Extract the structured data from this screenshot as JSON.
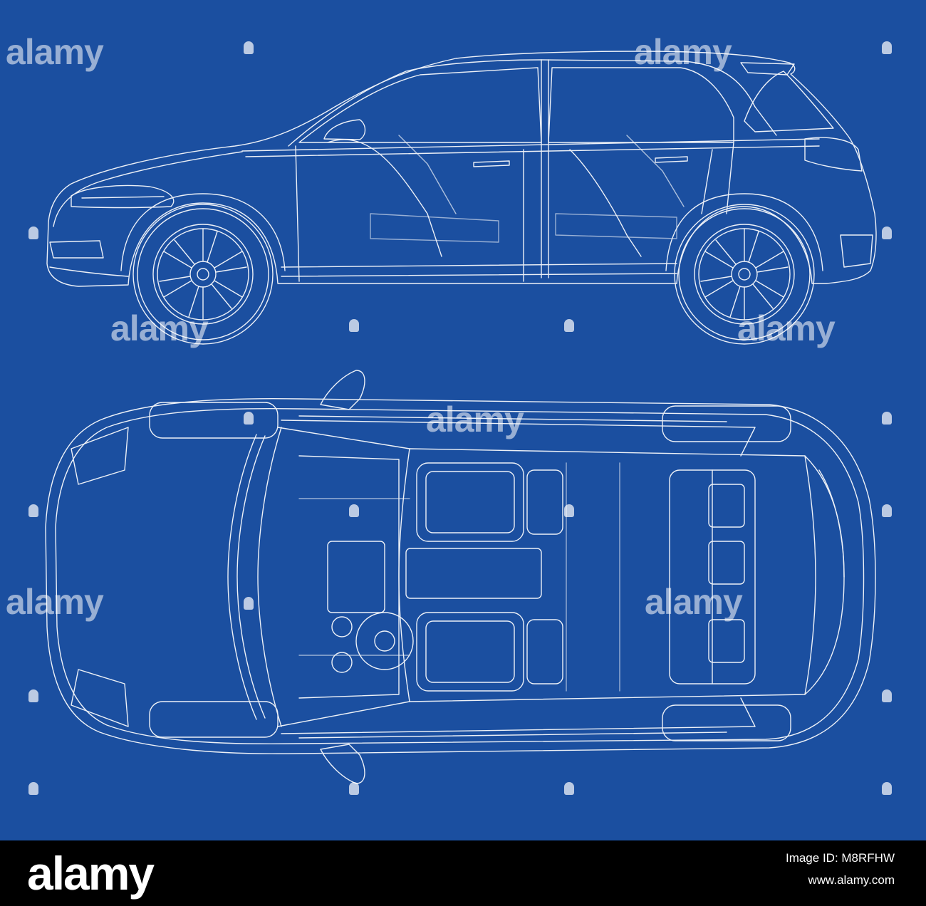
{
  "watermark": {
    "text": "alamy"
  },
  "views": {
    "side": "side-view",
    "top": "top-view"
  },
  "footer": {
    "logo": "alamy",
    "image_id_label": "Image ID: M8RFHW",
    "url": "www.alamy.com"
  },
  "colors": {
    "background": "#1b4fa0",
    "lines": "#ffffff",
    "footer": "#000000"
  }
}
